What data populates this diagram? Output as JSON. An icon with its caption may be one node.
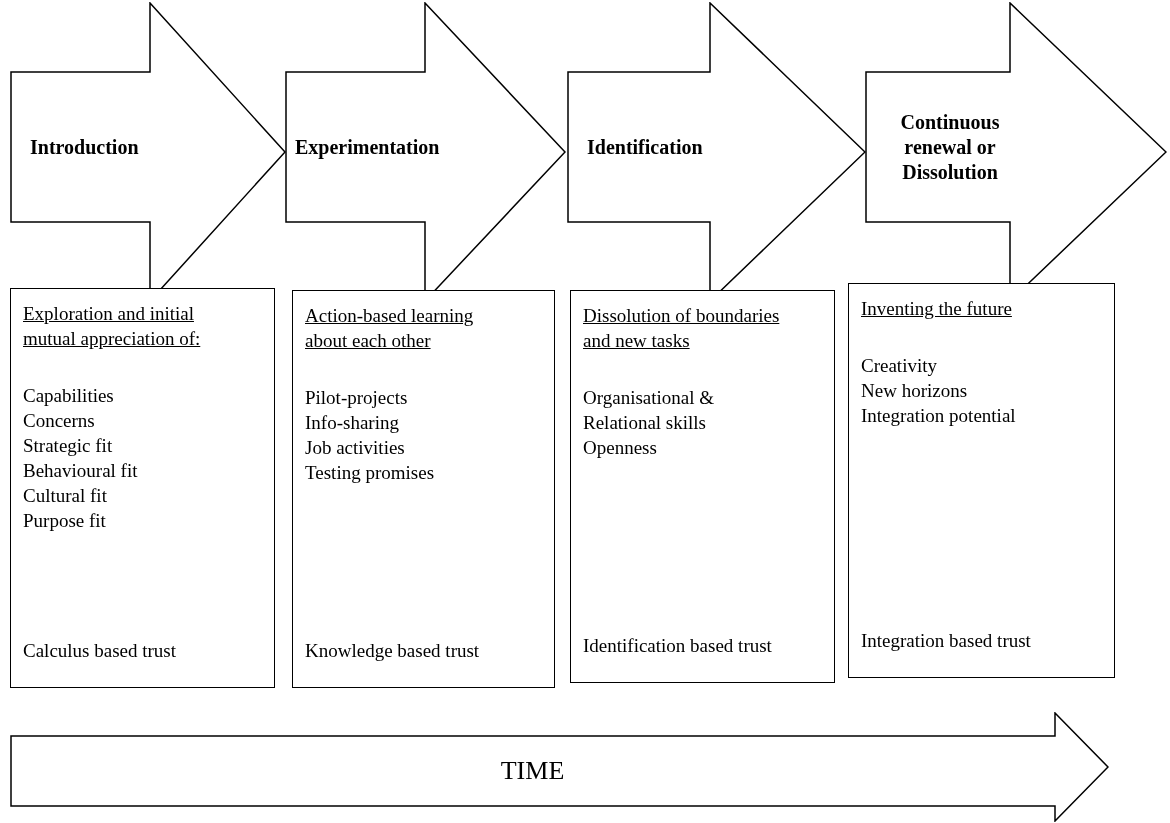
{
  "diagram": {
    "nodes": [
      {
        "text": [
          "Introduction"
        ]
      },
      {
        "text": [
          "Exploration and initial mutual appreciation of:",
          "Capabilities",
          "Concerns",
          "Strategic fit",
          "Behavioural fit",
          "Cultural fit",
          "Purpose fit",
          "Calculus based trust"
        ]
      },
      {
        "text": [
          "Experimentation"
        ]
      },
      {
        "text": [
          "Action-based learning about each other",
          "Pilot-projects",
          "Info-sharing",
          "Job activities",
          "Testing promises",
          "Knowledge based trust"
        ]
      },
      {
        "text": [
          "Identification"
        ]
      },
      {
        "text": [
          "Dissolution of boundaries and new tasks",
          "Organisational &",
          "Relational skills",
          "Openness",
          "Identification based trust"
        ]
      },
      {
        "text": [
          "Continuous renewal or Dissolution"
        ]
      },
      {
        "text": [
          "Inventing the future",
          "Creativity",
          "New horizons",
          "Integration potential",
          "Integration based trust"
        ]
      },
      {
        "text": [
          "TIME"
        ]
      }
    ]
  }
}
